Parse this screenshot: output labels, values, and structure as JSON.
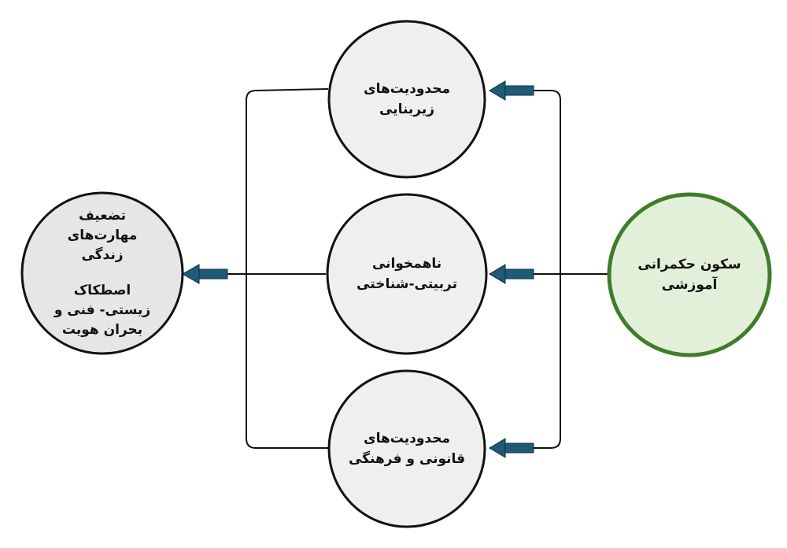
{
  "nodes": {
    "source": {
      "lines": [
        "سکون حکمرانی",
        "آموزشی"
      ]
    },
    "infrastructure": {
      "lines": [
        "محدودیت‌های",
        "زیربنایی"
      ]
    },
    "cognitive": {
      "lines": [
        "ناهمخوانی",
        "تربیتی-شناختی"
      ]
    },
    "legal_cultural": {
      "lines": [
        "محدودیت‌های",
        "قانونی و فرهنگی"
      ]
    },
    "outcome": {
      "lines_top": [
        "تضعیف",
        "مهارت‌های",
        "زندگی"
      ],
      "lines_bottom": [
        "اصطکاک",
        "زیستی- فنی و",
        "بحران هویت"
      ]
    }
  },
  "colors": {
    "source_fill": "#e2f0d9",
    "source_stroke": "#3f7d2a",
    "node_fill": "#efefef",
    "outcome_fill": "#e6e6e6",
    "node_stroke": "#111111",
    "arrow_fill": "#1f5a78"
  }
}
